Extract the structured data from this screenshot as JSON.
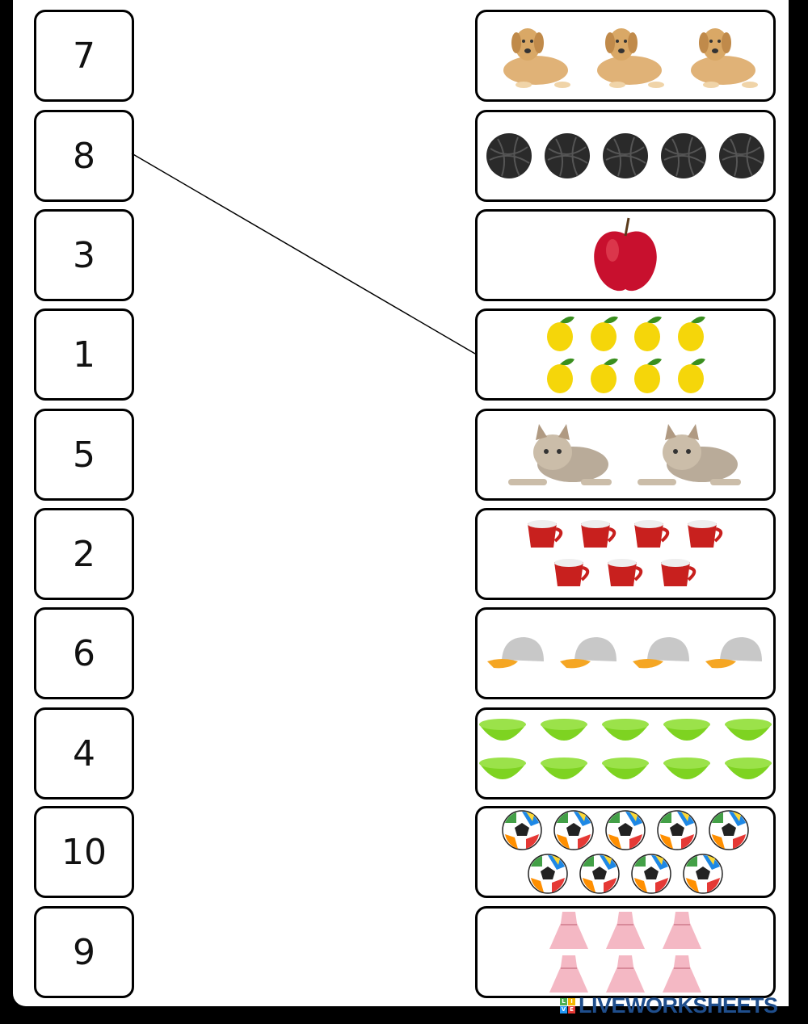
{
  "numbers": [
    "7",
    "8",
    "3",
    "1",
    "5",
    "2",
    "6",
    "4",
    "10",
    "9"
  ],
  "pictures": [
    {
      "item": "dog",
      "lines": [
        3
      ]
    },
    {
      "item": "yarn-ball",
      "lines": [
        5
      ]
    },
    {
      "item": "apple",
      "lines": [
        1
      ]
    },
    {
      "item": "lemon",
      "lines": [
        4,
        4
      ]
    },
    {
      "item": "cat",
      "lines": [
        2
      ]
    },
    {
      "item": "cup",
      "lines": [
        4,
        3
      ]
    },
    {
      "item": "cap",
      "lines": [
        4
      ]
    },
    {
      "item": "bowl",
      "lines": [
        5,
        5
      ]
    },
    {
      "item": "soccer-ball",
      "lines": [
        5,
        4
      ]
    },
    {
      "item": "dress",
      "lines": [
        3,
        3
      ]
    }
  ],
  "drawn_link": {
    "from_number_index": 1,
    "to_picture_index": 3
  },
  "logo": {
    "text": "LIVEWORKSHEETS",
    "tiles": [
      "L",
      "I",
      "V",
      "E"
    ]
  }
}
